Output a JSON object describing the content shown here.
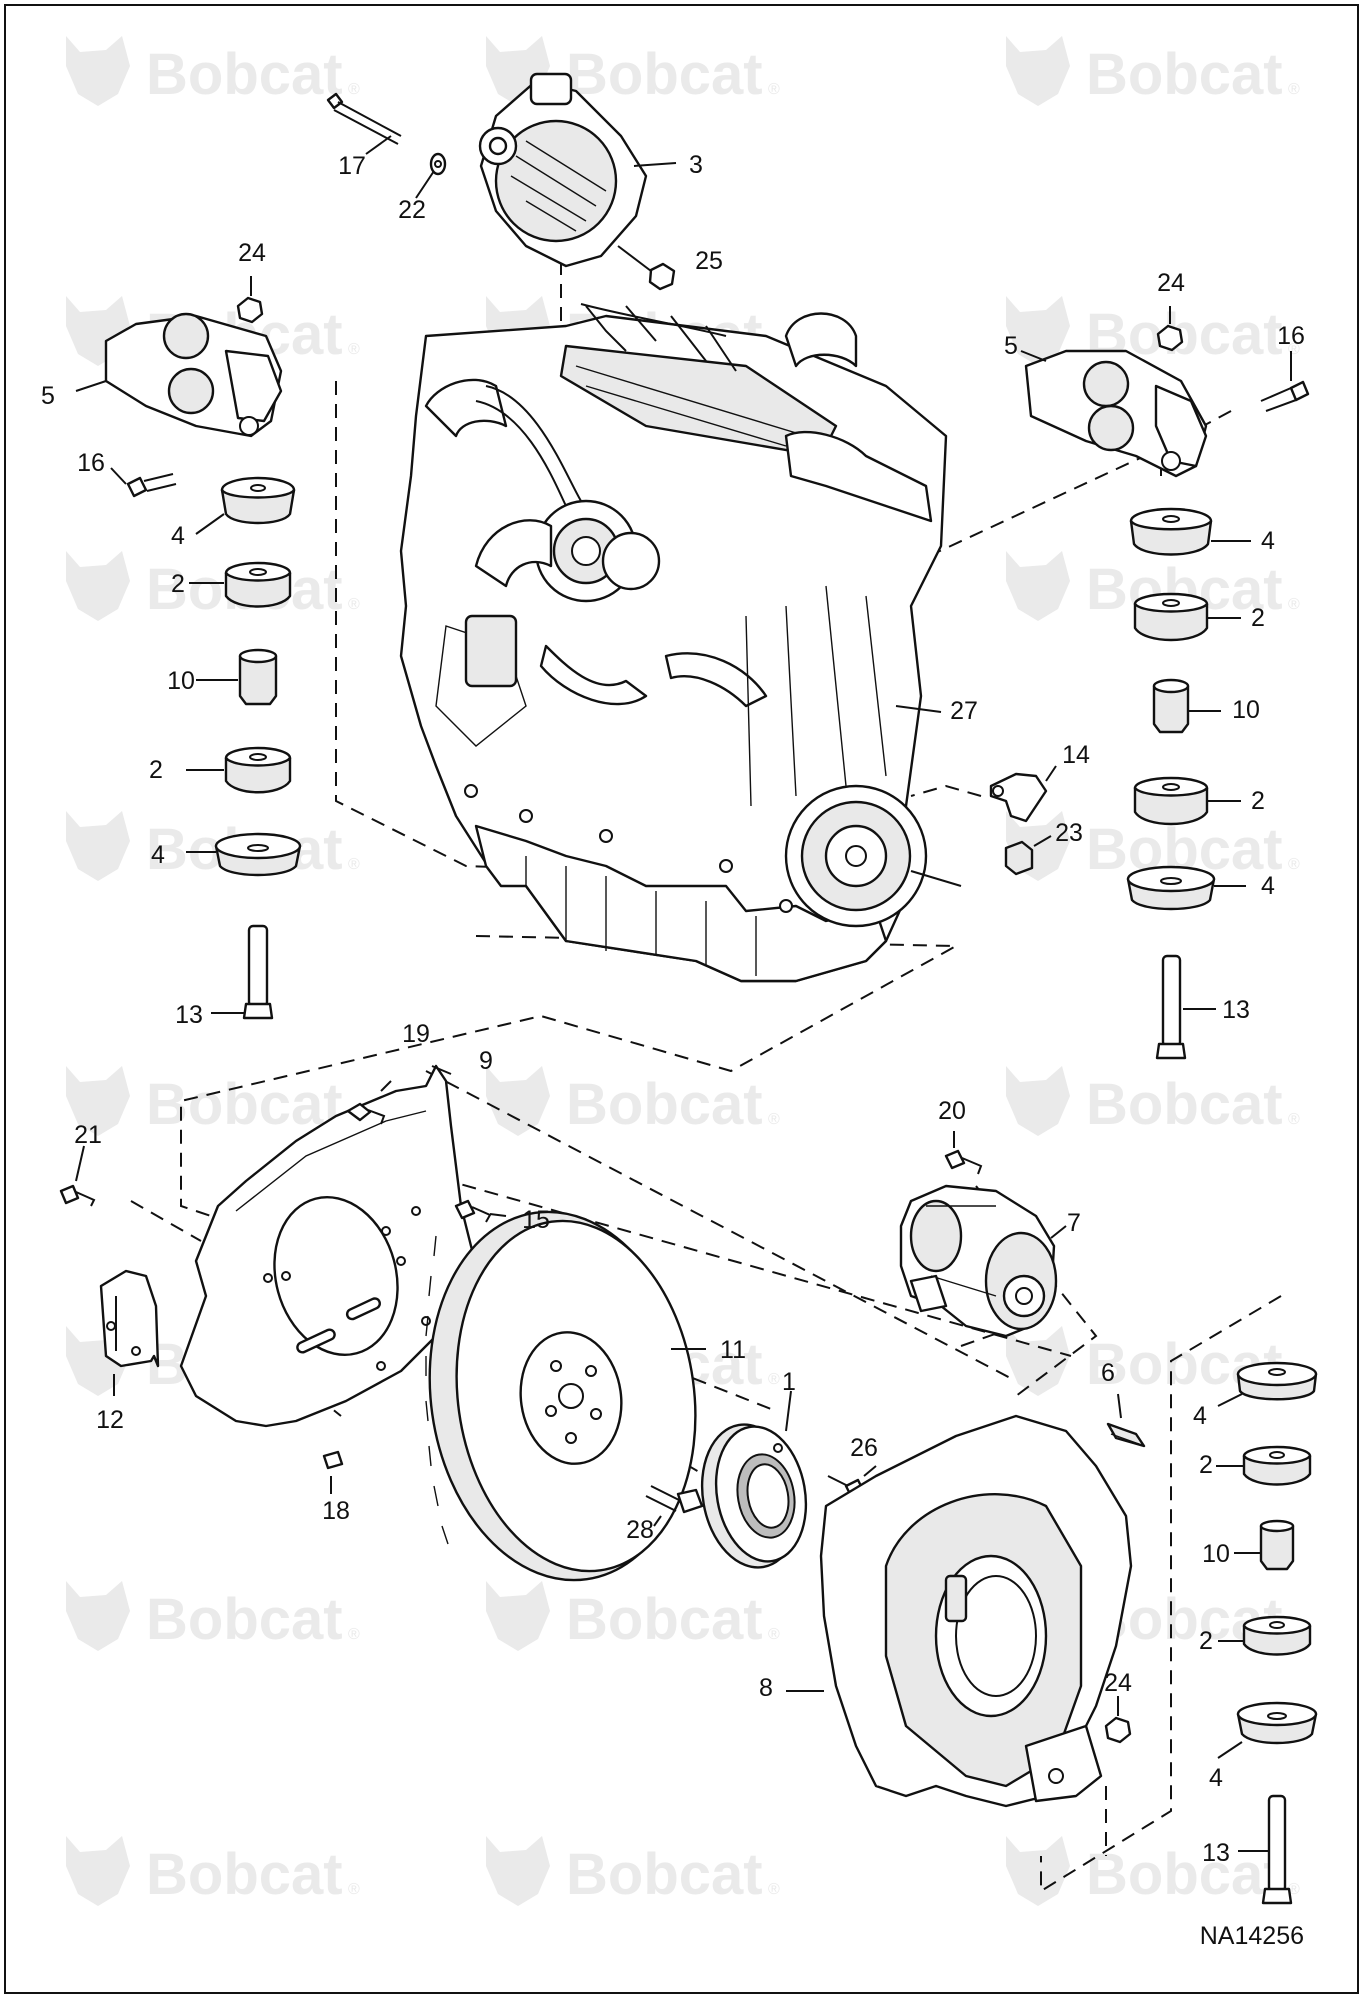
{
  "watermark": {
    "brand": "Bobcat",
    "mark": "®",
    "icon": "bobcat-head-logo-icon",
    "color": "#eaeaea"
  },
  "drawing_id": "NA14256",
  "callouts": [
    "1",
    "2",
    "3",
    "4",
    "5",
    "6",
    "7",
    "8",
    "9",
    "10",
    "11",
    "12",
    "13",
    "14",
    "15",
    "16",
    "17",
    "18",
    "19",
    "20",
    "21",
    "22",
    "23",
    "24",
    "25",
    "26",
    "27",
    "28"
  ],
  "colors": {
    "line": "#111111",
    "shade": "#e9e9e9",
    "dark": "#bdbdbd"
  }
}
